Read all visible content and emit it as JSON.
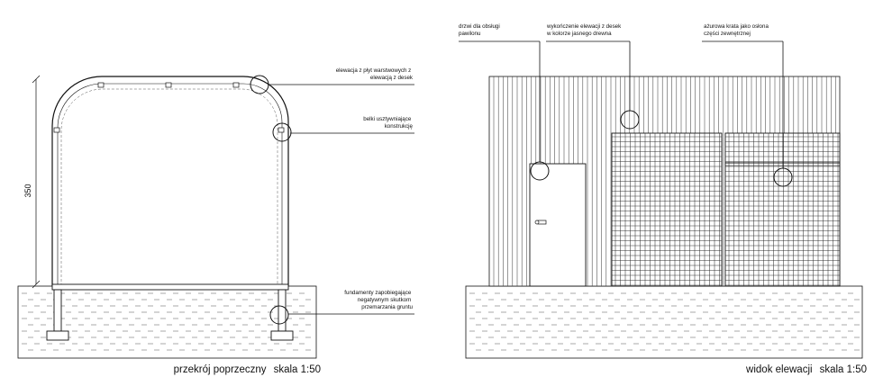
{
  "left_section": {
    "dimension_label": "350",
    "annotations": [
      {
        "lines": [
          "elewacja z płyt warstwowych z",
          "elewacją z desek"
        ]
      },
      {
        "lines": [
          "belki usztywniające",
          "konstrukcję"
        ]
      },
      {
        "lines": [
          "fundamenty zapobiegające",
          "negatywnym skutkom",
          "przemarzania gruntu"
        ]
      }
    ],
    "caption_title": "przekrój poprzeczny",
    "caption_scale": "skala 1:50"
  },
  "right_section": {
    "annotations": [
      {
        "lines": [
          "drzwi dla obsługi",
          "pawilonu"
        ]
      },
      {
        "lines": [
          "wykończenie elewacji z desek",
          "w kolorze jasnego drewna"
        ]
      },
      {
        "lines": [
          "ażurowa krata jako osłona",
          "części zewnętrznej"
        ]
      }
    ],
    "caption_title": "widok elewacji",
    "caption_scale": "skala 1:50"
  },
  "colors": {
    "line": "#111111",
    "thin": "#444444",
    "soil": "#555555",
    "grid": "#333333"
  }
}
